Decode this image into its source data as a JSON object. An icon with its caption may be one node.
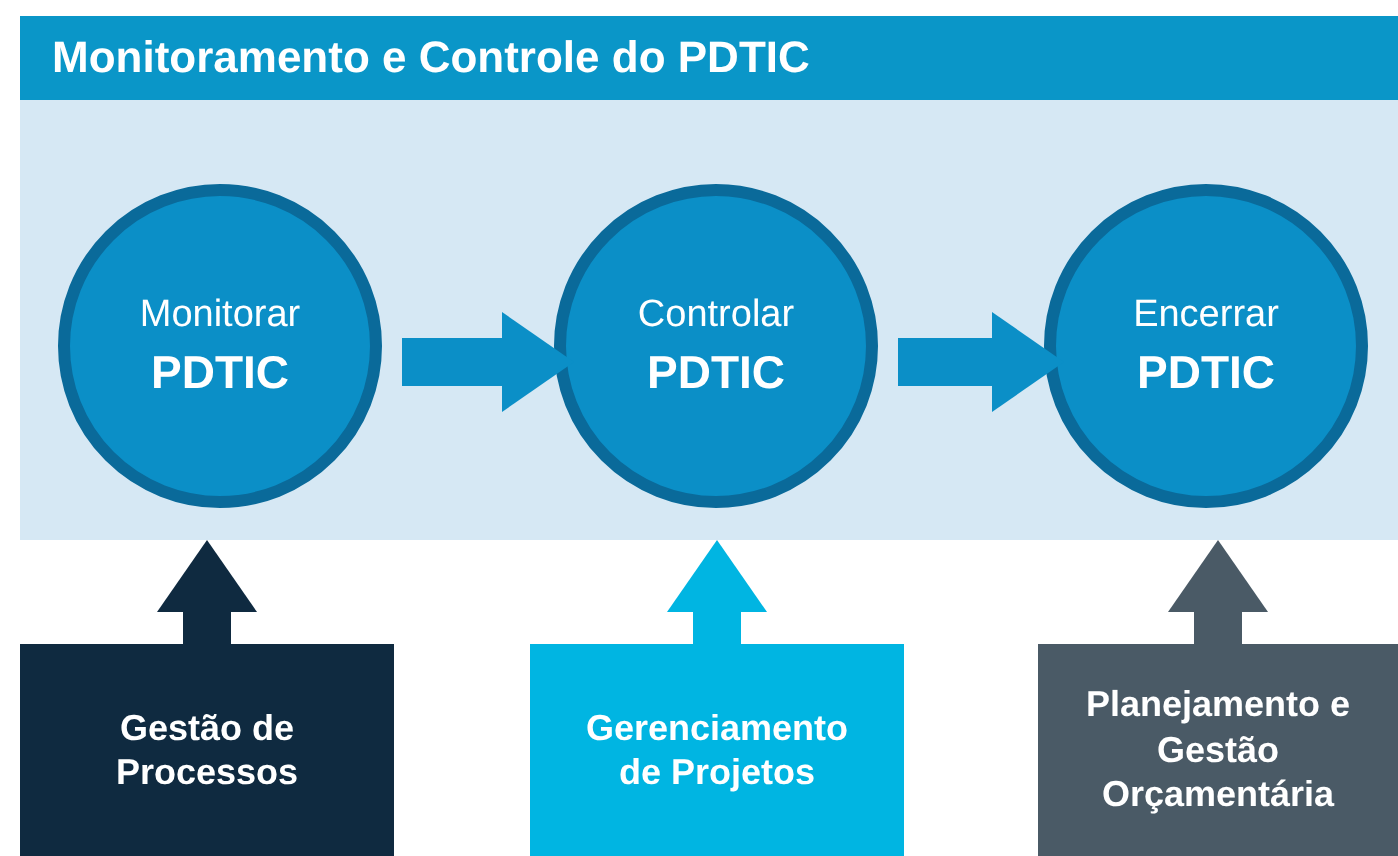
{
  "diagram": {
    "nodes": [
      {
        "text": [
          "Monitoramento e Controle do PDTIC"
        ]
      },
      {
        "text": [
          "Monitorar",
          "PDTIC"
        ],
        "in": 0
      },
      {
        "text": [
          "Controlar",
          "PDTIC"
        ],
        "in": 0
      },
      {
        "text": [
          "Encerrar",
          "PDTIC"
        ],
        "in": 0
      },
      {
        "text": [
          "Gestão de Processos"
        ]
      },
      {
        "text": [
          "Gerenciamento de Projetos"
        ]
      },
      {
        "text": [
          "Planejamento e Gestão Orçamentária"
        ]
      }
    ],
    "edges": [
      {
        "from": 1,
        "to": 2,
        "arrow": "to"
      },
      {
        "from": 2,
        "to": 3,
        "arrow": "to"
      },
      {
        "from": 4,
        "to": 0,
        "arrow": "to",
        "color": "#0f2a40"
      },
      {
        "from": 5,
        "to": 0,
        "arrow": "to",
        "color": "#00b5e2"
      },
      {
        "from": 6,
        "to": 0,
        "arrow": "to",
        "color": "#4a5a66"
      }
    ]
  }
}
